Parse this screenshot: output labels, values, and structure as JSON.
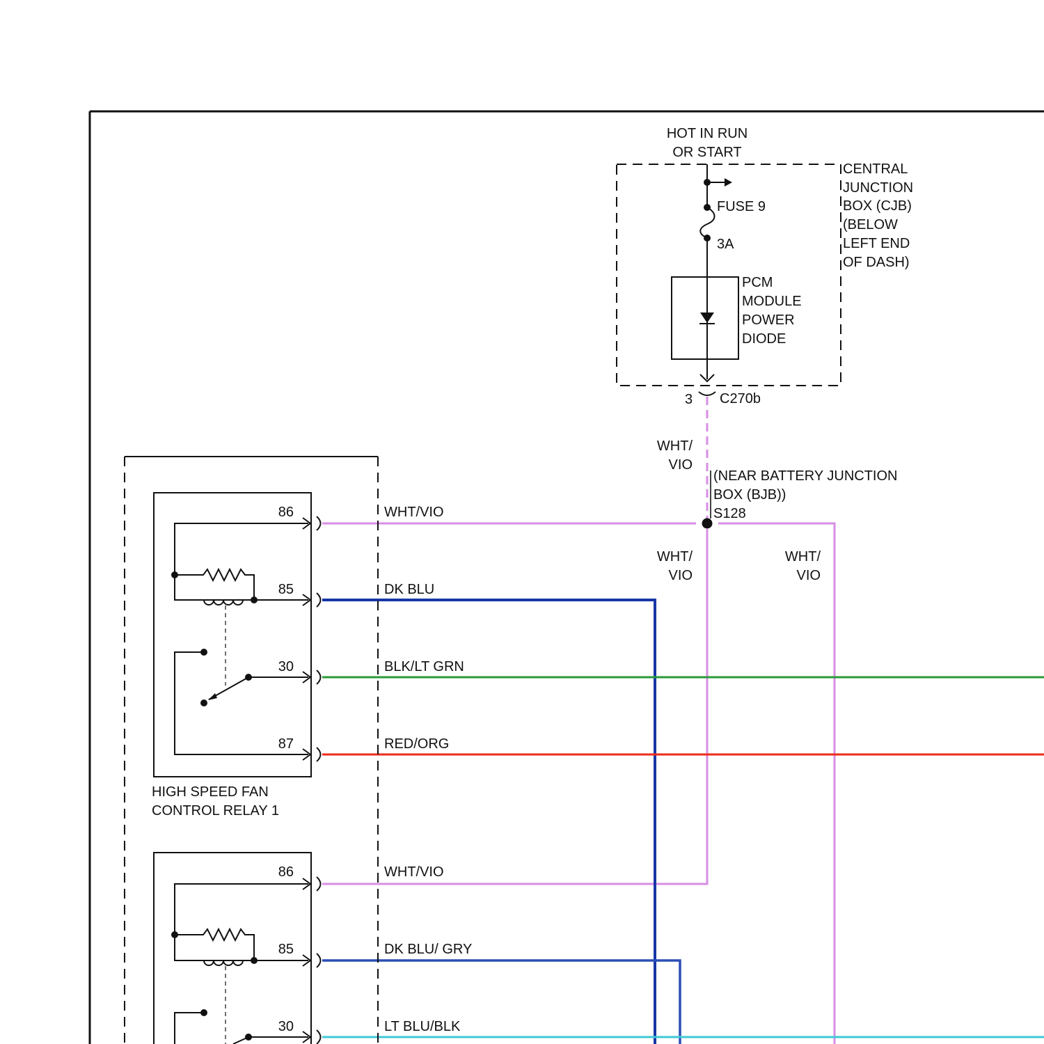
{
  "colors": {
    "wht_vio": "#d98ee6",
    "dk_blu": "#1837a6",
    "blk_lt_grn": "#2a9a3a",
    "red_org": "#ee2a1a",
    "dk_blu_gry": "#2b4fb5",
    "lt_blu_blk": "#3fc9d6"
  },
  "power": {
    "hot_line1": "HOT IN RUN",
    "hot_line2": "OR START"
  },
  "cjb": {
    "label_lines": [
      "CENTRAL",
      "JUNCTION",
      "BOX (CJB)",
      "(BELOW",
      "LEFT END",
      "OF DASH)"
    ],
    "fuse_name": "FUSE 9",
    "fuse_rating": "3A",
    "diode_lines": [
      "PCM",
      "MODULE",
      "POWER",
      "DIODE"
    ]
  },
  "connector": {
    "pin": "3",
    "name": "C270b"
  },
  "splice": {
    "location_line1": "(NEAR BATTERY JUNCTION",
    "location_line2": "BOX (BJB))",
    "name": "S128"
  },
  "wire_labels": {
    "upper_split_1": "WHT/",
    "upper_split_2": "VIO",
    "left_split_1": "WHT/",
    "left_split_2": "VIO",
    "right_split_1": "WHT/",
    "right_split_2": "VIO"
  },
  "relay1": {
    "name_line1": "HIGH SPEED FAN",
    "name_line2": "CONTROL RELAY 1",
    "pins": [
      {
        "pin": "86",
        "wire": "WHT/VIO"
      },
      {
        "pin": "85",
        "wire": "DK BLU"
      },
      {
        "pin": "30",
        "wire": "BLK/LT GRN"
      },
      {
        "pin": "87",
        "wire": "RED/ORG"
      }
    ]
  },
  "relay2": {
    "pins": [
      {
        "pin": "86",
        "wire": "WHT/VIO"
      },
      {
        "pin": "85",
        "wire": "DK BLU/ GRY"
      },
      {
        "pin": "30",
        "wire": "LT BLU/BLK"
      }
    ]
  }
}
